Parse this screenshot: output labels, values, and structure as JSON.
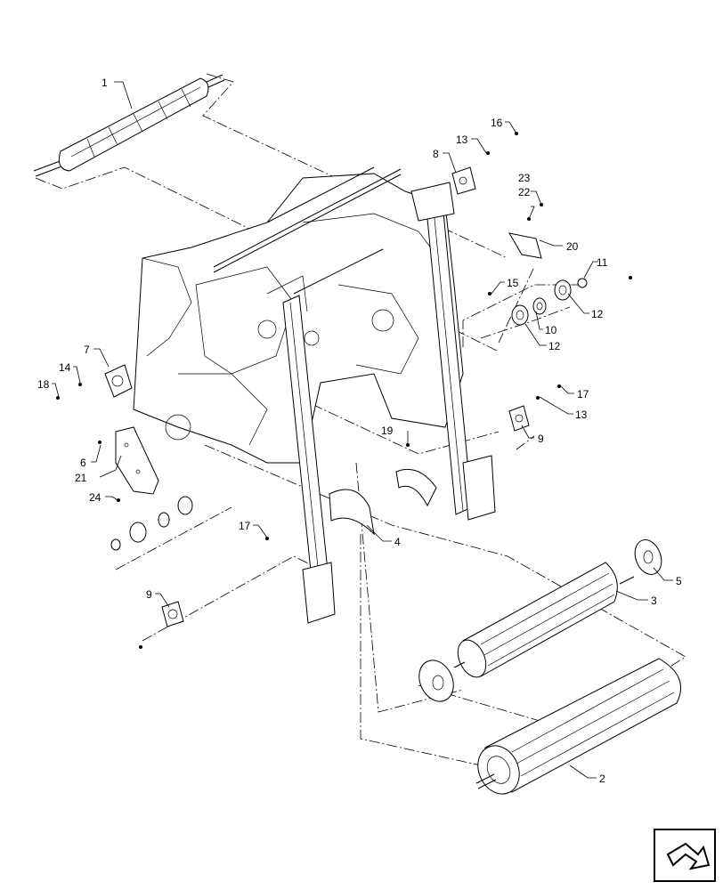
{
  "callouts": [
    {
      "id": "c1",
      "label": "1"
    },
    {
      "id": "c2",
      "label": "2"
    },
    {
      "id": "c3",
      "label": "3"
    },
    {
      "id": "c4",
      "label": "4"
    },
    {
      "id": "c5",
      "label": "5"
    },
    {
      "id": "c6",
      "label": "6"
    },
    {
      "id": "c7",
      "label": "7"
    },
    {
      "id": "c8",
      "label": "8"
    },
    {
      "id": "c9a",
      "label": "9"
    },
    {
      "id": "c9b",
      "label": "9"
    },
    {
      "id": "c10",
      "label": "10"
    },
    {
      "id": "c11",
      "label": "11"
    },
    {
      "id": "c12a",
      "label": "12"
    },
    {
      "id": "c12b",
      "label": "12"
    },
    {
      "id": "c13a",
      "label": "13"
    },
    {
      "id": "c13b",
      "label": "13"
    },
    {
      "id": "c14",
      "label": "14"
    },
    {
      "id": "c15",
      "label": "15"
    },
    {
      "id": "c16",
      "label": "16"
    },
    {
      "id": "c17a",
      "label": "17"
    },
    {
      "id": "c17b",
      "label": "17"
    },
    {
      "id": "c18",
      "label": "18"
    },
    {
      "id": "c19",
      "label": "19"
    },
    {
      "id": "c20",
      "label": "20"
    },
    {
      "id": "c21",
      "label": "21"
    },
    {
      "id": "c22",
      "label": "22"
    },
    {
      "id": "c23",
      "label": "23"
    },
    {
      "id": "c24",
      "label": "24"
    }
  ],
  "icons": {
    "navigation": "next-page-arrow-icon"
  }
}
